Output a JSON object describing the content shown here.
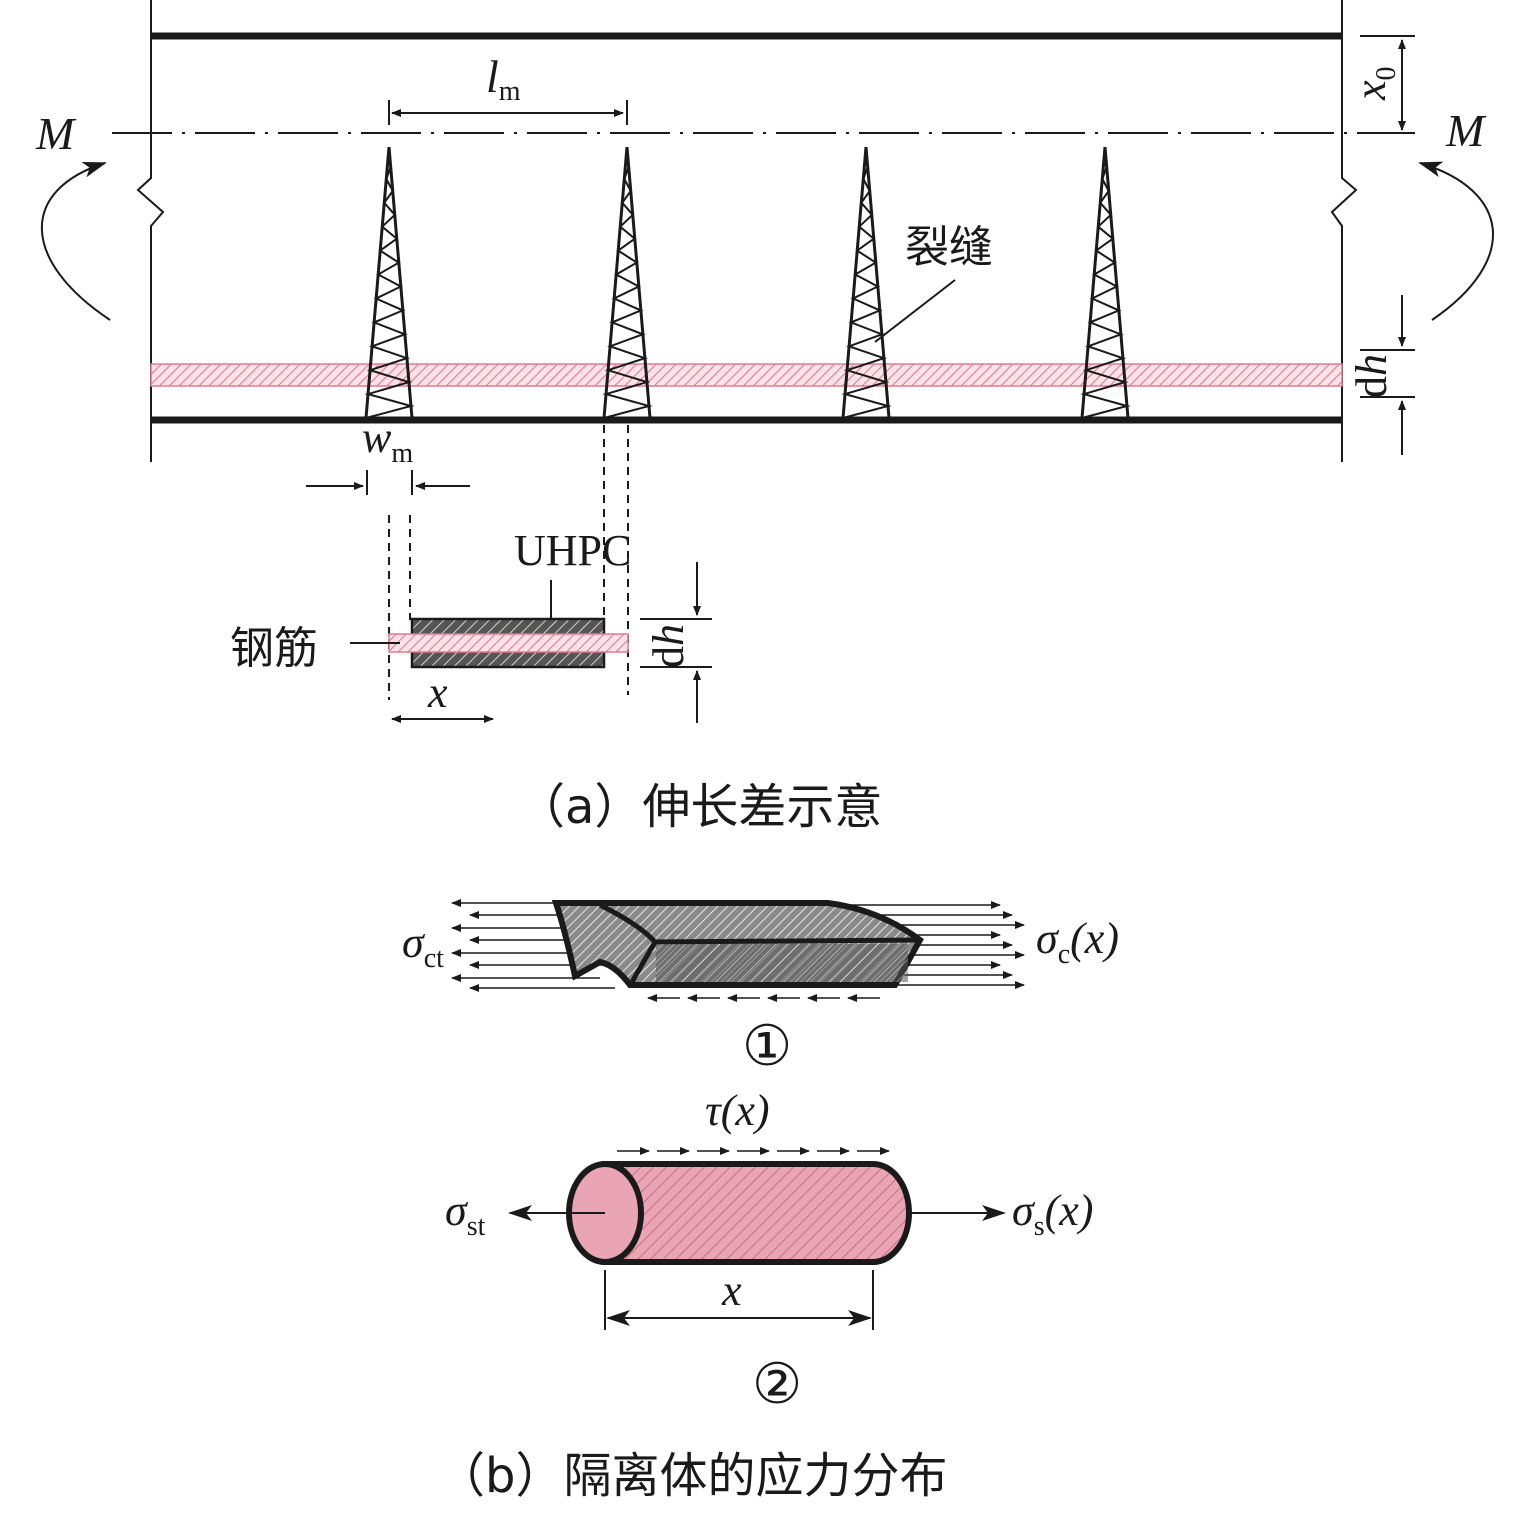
{
  "panel_a": {
    "moment_left": "M",
    "moment_right": "M",
    "x0_main": "x",
    "x0_sub": "0",
    "lm_main": "l",
    "lm_sub": "m",
    "crack_label": "裂缝",
    "dh_d": "d",
    "dh_h": "h",
    "wm_main": "w",
    "wm_sub": "m",
    "uhpc_label": "UHPC",
    "rebar_label": "钢筋",
    "dh2_d": "d",
    "dh2_h": "h",
    "x_label": "x",
    "caption": "（a）伸长差示意"
  },
  "panel_b": {
    "sigma": "σ",
    "sigma_ct_sub": "ct",
    "sigma_c_sub": "c",
    "arg_x": "(x)",
    "marker_1": "①",
    "tau_label": "τ",
    "tau_arg": "(x)",
    "sigma_st_sub": "st",
    "sigma_s_sub": "s",
    "x_label": "x",
    "marker_2": "②",
    "caption": "（b）隔离体的应力分布"
  },
  "colors": {
    "line": "#1a1a1a",
    "rebar_pink": "#e8778f",
    "rebar_fill": "#f2b7c3",
    "concrete_dark": "#3a3a3a"
  }
}
